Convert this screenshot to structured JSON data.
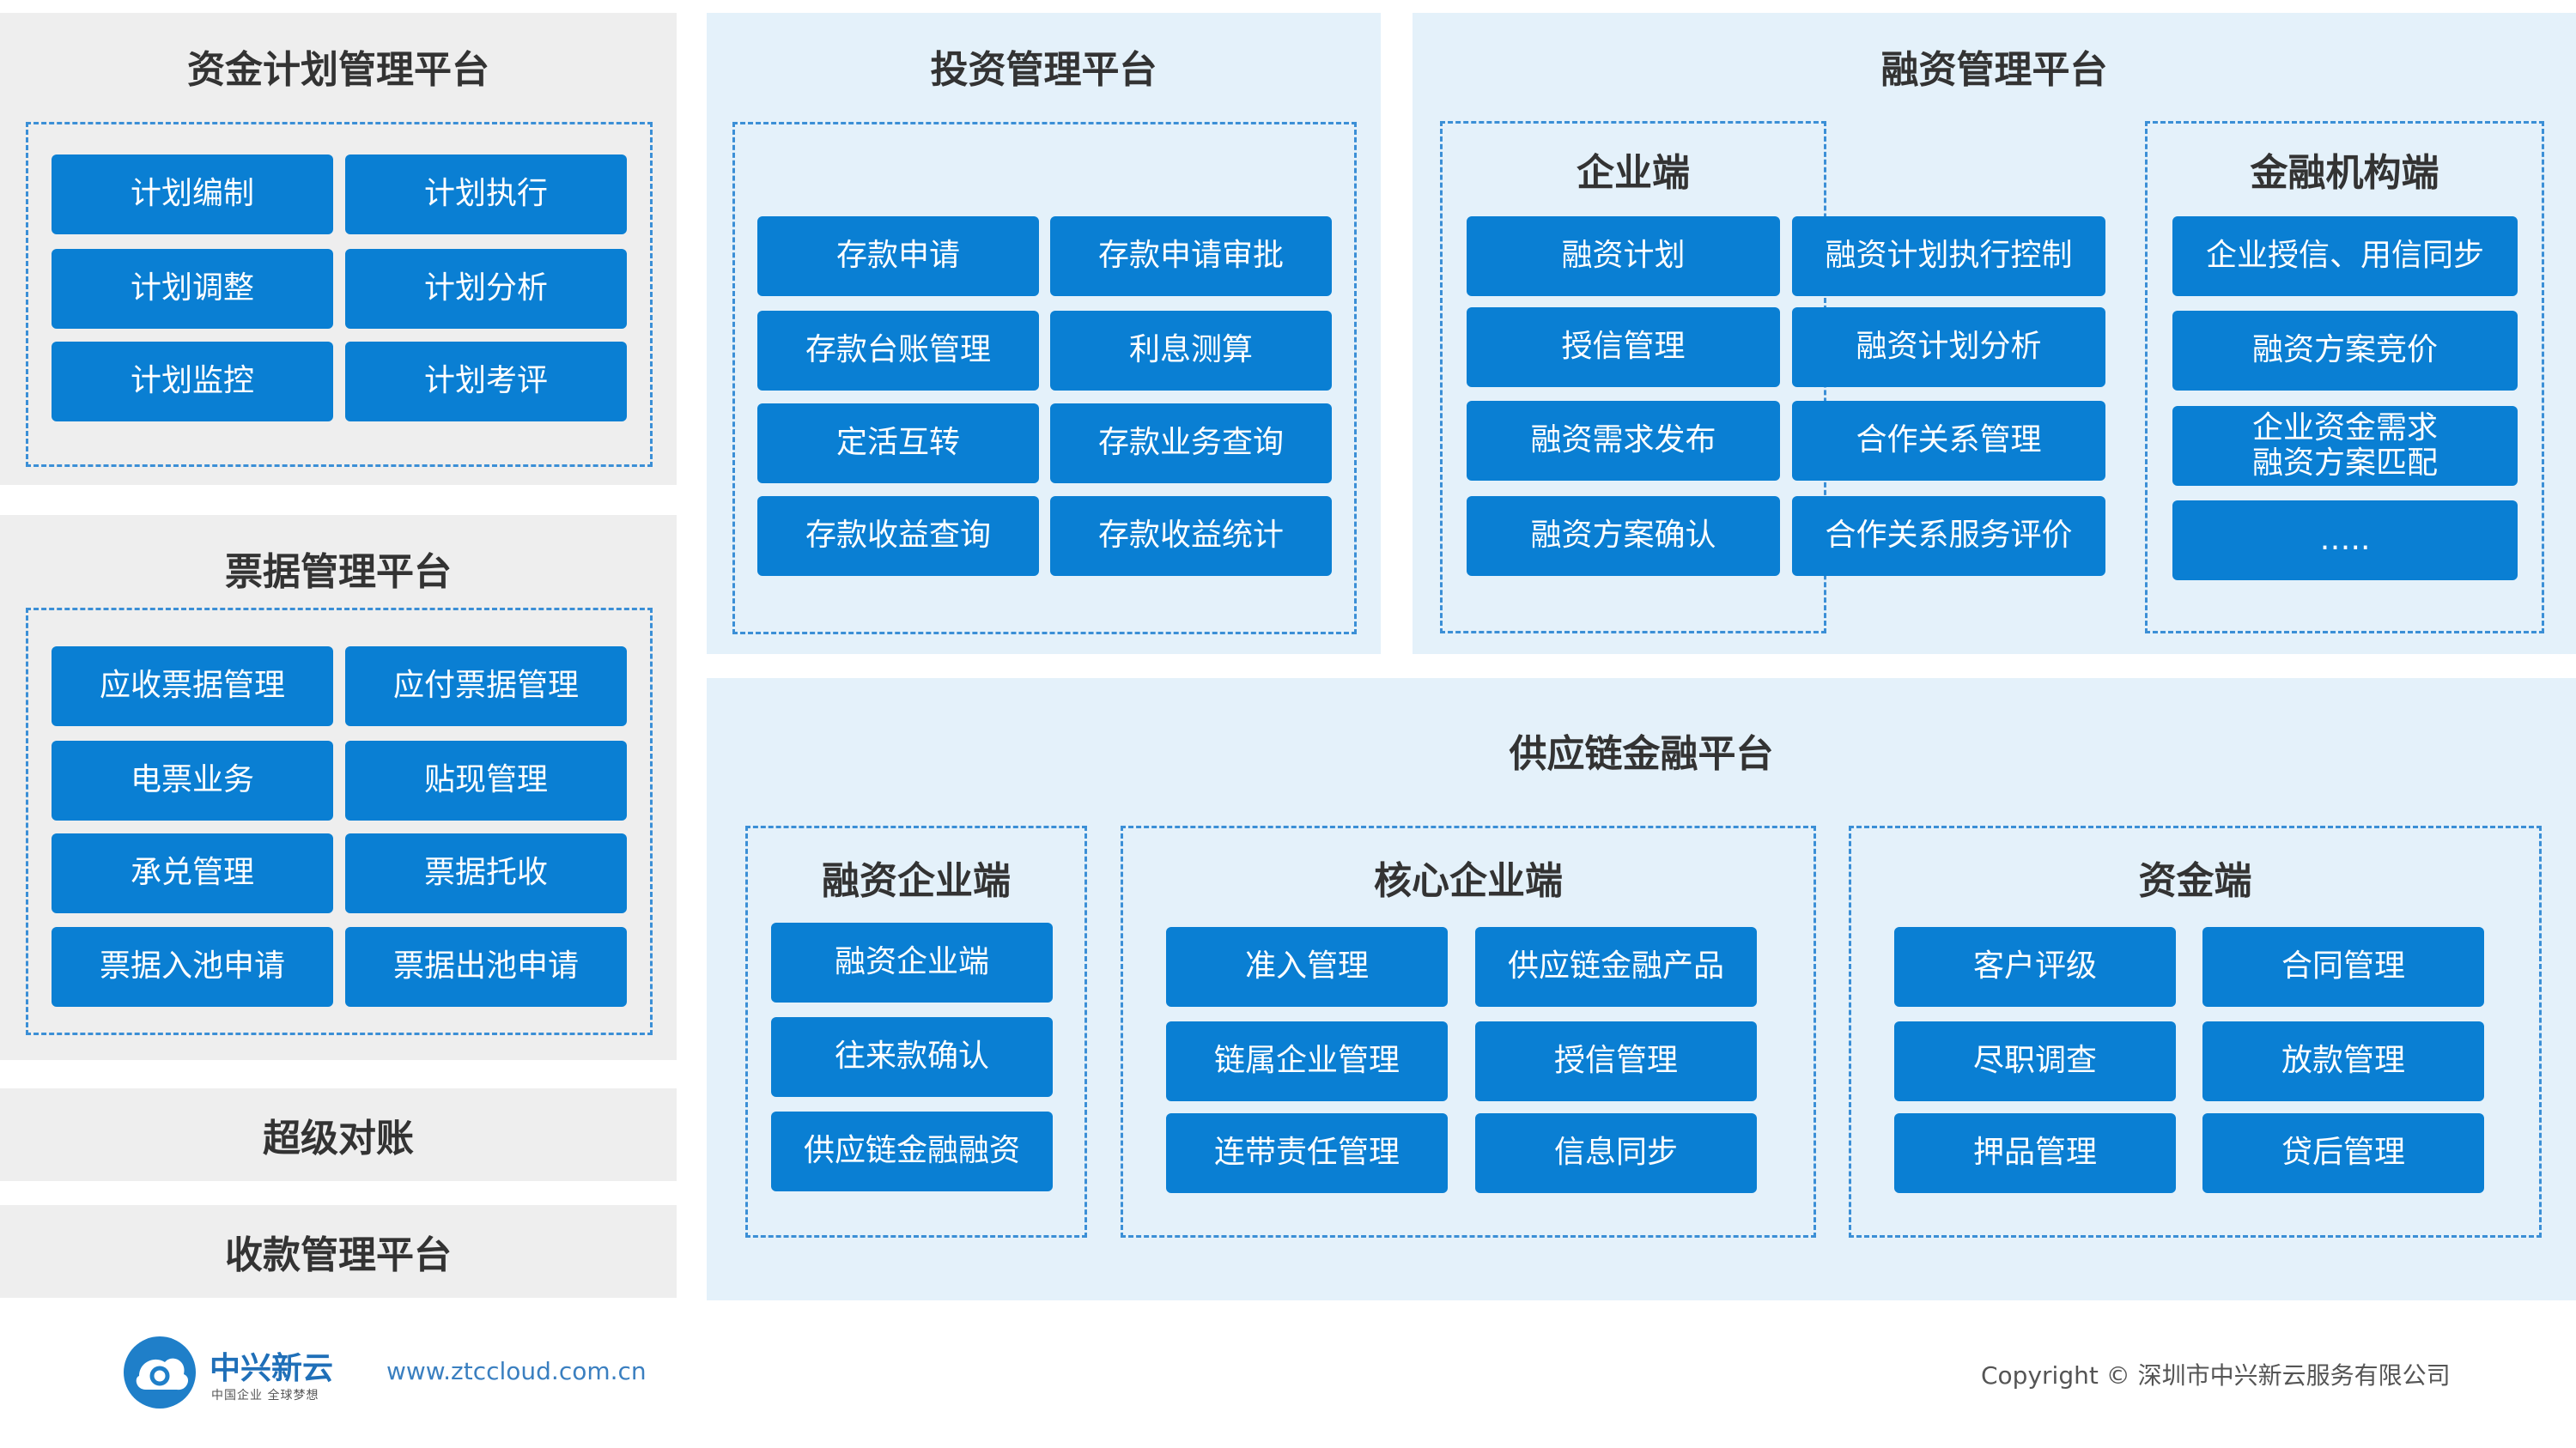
{
  "fund_plan": {
    "title": "资金计划管理平台",
    "items": [
      "计划编制",
      "计划执行",
      "计划调整",
      "计划分析",
      "计划监控",
      "计划考评"
    ]
  },
  "bill": {
    "title": "票据管理平台",
    "items": [
      "应收票据管理",
      "应付票据管理",
      "电票业务",
      "贴现管理",
      "承兑管理",
      "票据托收",
      "票据入池申请",
      "票据出池申请"
    ]
  },
  "reconcile": {
    "title": "超级对账"
  },
  "collection": {
    "title": "收款管理平台"
  },
  "invest": {
    "title": "投资管理平台",
    "items": [
      "存款申请",
      "存款申请审批",
      "存款台账管理",
      "利息测算",
      "定活互转",
      "存款业务查询",
      "存款收益查询",
      "存款收益统计"
    ]
  },
  "financing": {
    "title": "融资管理平台",
    "enterprise": {
      "title": "企业端",
      "items": [
        "融资计划",
        "融资计划执行控制",
        "授信管理",
        "融资计划分析",
        "融资需求发布",
        "合作关系管理",
        "融资方案确认",
        "合作关系服务评价"
      ]
    },
    "institution": {
      "title": "金融机构端",
      "items": [
        "企业授信、用信同步",
        "融资方案竞价",
        "企业资金需求\n融资方案匹配",
        "….."
      ]
    }
  },
  "scf": {
    "title": "供应链金融平台",
    "financing_enterprise": {
      "title": "融资企业端",
      "items": [
        "融资企业端",
        "往来款确认",
        "供应链金融融资"
      ]
    },
    "core_enterprise": {
      "title": "核心企业端",
      "items": [
        "准入管理",
        "供应链金融产品",
        "链属企业管理",
        "授信管理",
        "连带责任管理",
        "信息同步"
      ]
    },
    "fund_side": {
      "title": "资金端",
      "items": [
        "客户评级",
        "合同管理",
        "尽职调查",
        "放款管理",
        "押品管理",
        "贷后管理"
      ]
    }
  },
  "footer": {
    "brand": "中兴新云",
    "slogan": "中国企业 全球梦想",
    "website": "www.ztccloud.com.cn",
    "copyright": "Copyright © 深圳市中兴新云服务有限公司"
  },
  "colors": {
    "button": "#0a7fd3",
    "dashed_border": "#3b8fd6",
    "panel_gray": "#eeeeee",
    "panel_blue": "#e4f1fa"
  }
}
